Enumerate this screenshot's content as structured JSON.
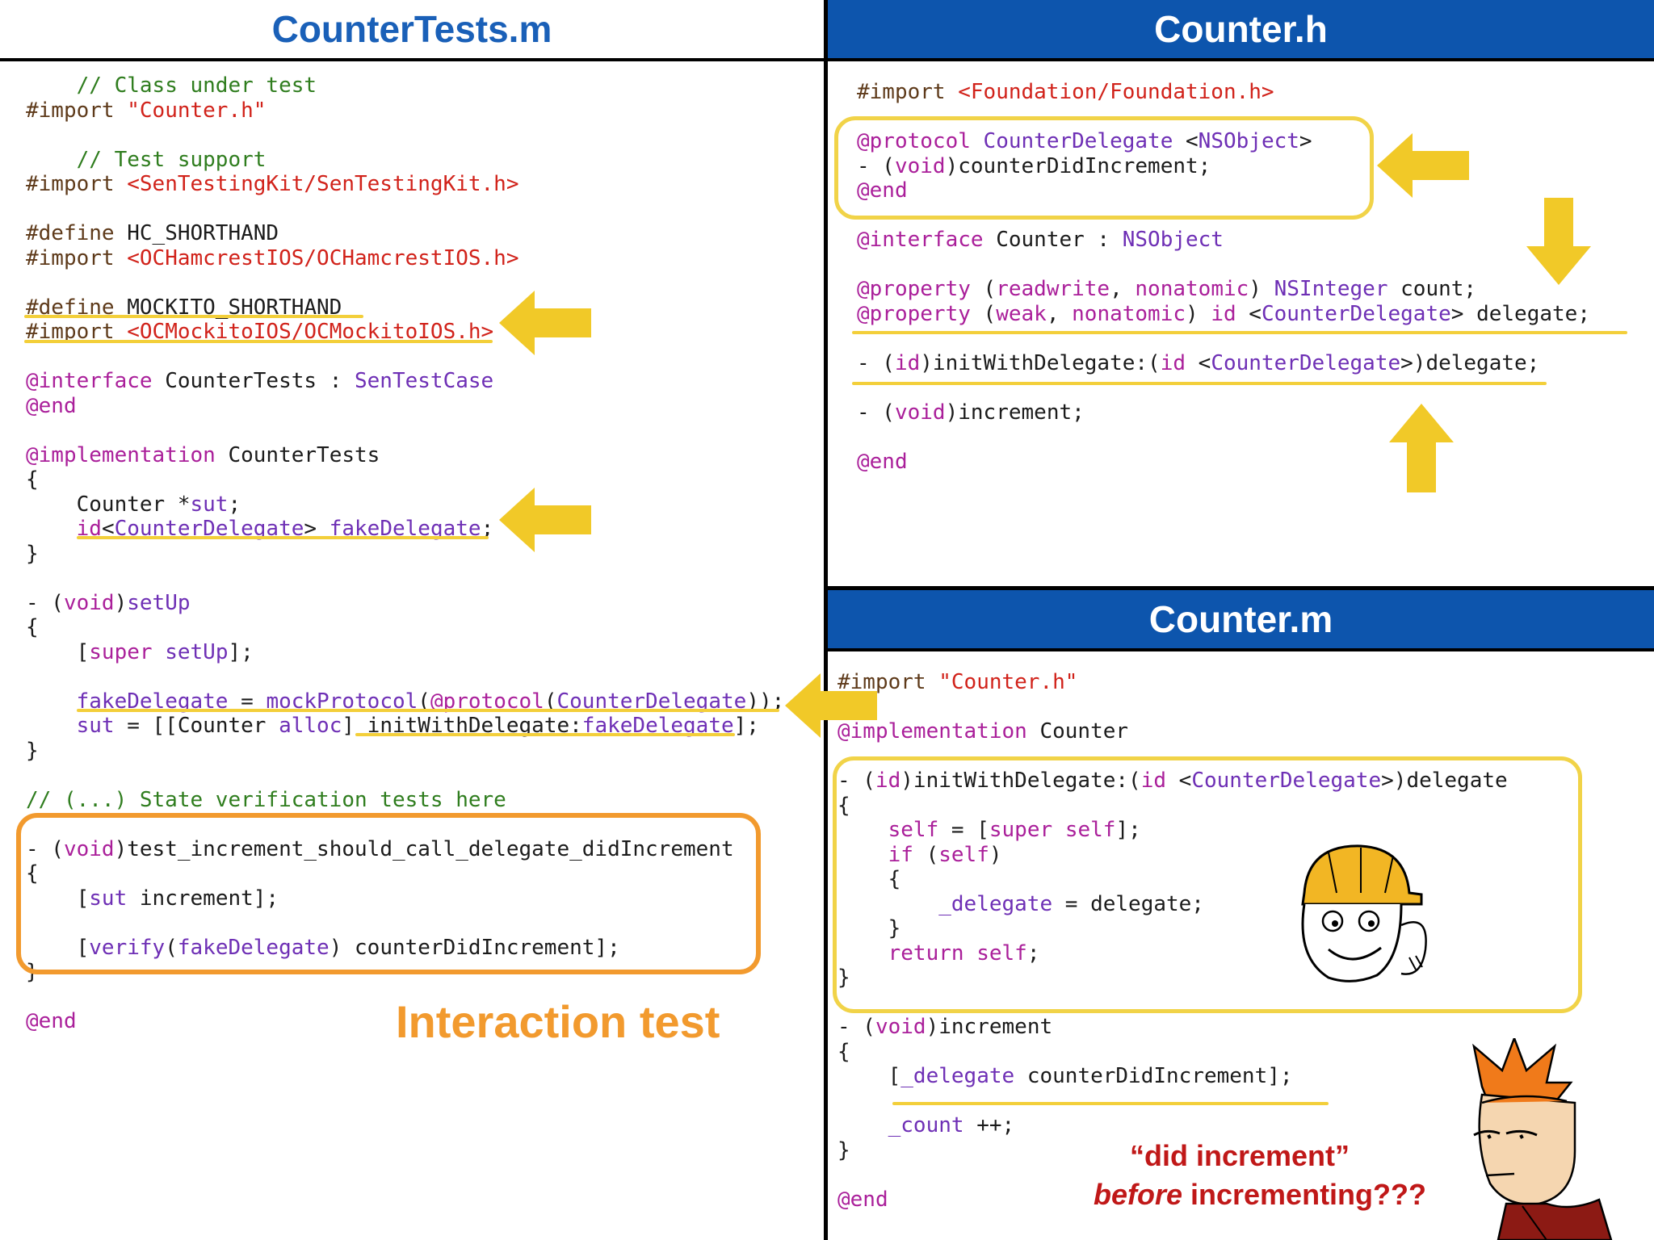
{
  "left_panel": {
    "title": "CounterTests.m",
    "lines": [
      "    // Class under test",
      "#import \"Counter.h\"",
      "",
      "    // Test support",
      "#import <SenTestingKit/SenTestingKit.h>",
      "",
      "#define HC_SHORTHAND",
      "#import <OCHamcrestIOS/OCHamcrestIOS.h>",
      "",
      "#define MOCKITO_SHORTHAND",
      "#import <OCMockitoIOS/OCMockitoIOS.h>",
      "",
      "@interface CounterTests : SenTestCase",
      "@end",
      "",
      "@implementation CounterTests",
      "{",
      "    Counter *sut;",
      "    id<CounterDelegate> fakeDelegate;",
      "}",
      "",
      "- (void)setUp",
      "{",
      "    [super setUp];",
      "",
      "    fakeDelegate = mockProtocol(@protocol(CounterDelegate));",
      "    sut = [[Counter alloc] initWithDelegate:fakeDelegate];",
      "}",
      "",
      "// (...) State verification tests here",
      "",
      "- (void)test_increment_should_call_delegate_didIncrement",
      "{",
      "    [sut increment];",
      "",
      "    [verify(fakeDelegate) counterDidIncrement];",
      "}",
      "",
      "@end"
    ],
    "caption": "Interaction test"
  },
  "top_right_panel": {
    "title": "Counter.h",
    "lines": [
      "#import <Foundation/Foundation.h>",
      "",
      "@protocol CounterDelegate <NSObject>",
      "- (void)counterDidIncrement;",
      "@end",
      "",
      "@interface Counter : NSObject",
      "",
      "@property (readwrite, nonatomic) NSInteger count;",
      "@property (weak, nonatomic) id <CounterDelegate> delegate;",
      "",
      "- (id)initWithDelegate:(id <CounterDelegate>)delegate;",
      "",
      "- (void)increment;",
      "",
      "@end"
    ]
  },
  "bottom_right_panel": {
    "title": "Counter.m",
    "lines": [
      "#import \"Counter.h\"",
      "",
      "@implementation Counter",
      "",
      "- (id)initWithDelegate:(id <CounterDelegate>)delegate",
      "{",
      "    self = [super self];",
      "    if (self)",
      "    {",
      "        _delegate = delegate;",
      "    }",
      "    return self;",
      "}",
      "",
      "- (void)increment",
      "{",
      "    [_delegate counterDidIncrement];",
      "",
      "    _count ++;",
      "}",
      "",
      "@end"
    ],
    "caption_line1": "“did increment”",
    "caption_line2_italic": "before",
    "caption_line2_rest": " incrementing???"
  },
  "colors": {
    "header_blue": "#0d55ad",
    "title_blue": "#1a60b8",
    "highlight_yellow": "#f1d348",
    "box_orange": "#f29a2e",
    "caption_red": "#c01818"
  },
  "icons": [
    "arrow-left-icon",
    "arrow-down-icon",
    "arrow-up-icon",
    "rage-face-helmet-icon",
    "fry-squint-icon"
  ]
}
